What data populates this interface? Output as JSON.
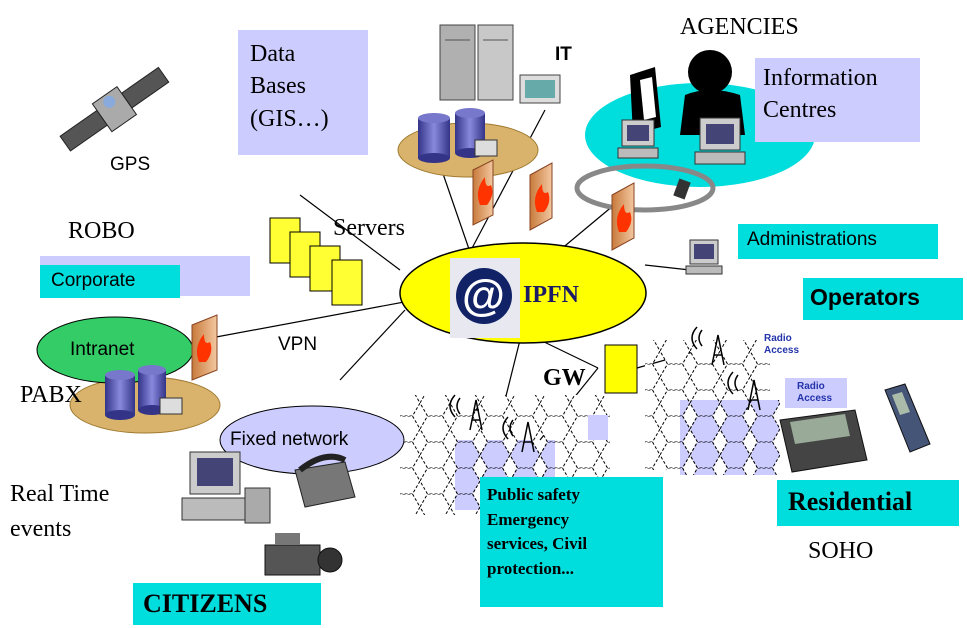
{
  "labels": {
    "data_bases": [
      "Data",
      "Bases",
      "(GIS…)"
    ],
    "it": "IT",
    "agencies": "AGENCIES",
    "information_centres": [
      "Information",
      "Centres"
    ],
    "gps": "GPS",
    "robo": "ROBO",
    "servers": "Servers",
    "corporate": "Corporate",
    "administrations": "Administrations",
    "operators": "Operators",
    "ipfn": "IPFN",
    "intranet": "Intranet",
    "vpn": "VPN",
    "pabx": "PABX",
    "gw": "GW",
    "radio_access_1": [
      "Radio",
      "Access"
    ],
    "radio_access_2": [
      "Radio",
      "Access"
    ],
    "fixed_network": "Fixed network",
    "real_time_events": [
      "Real Time",
      "events"
    ],
    "public_safety": [
      "Public safety",
      "Emergency",
      "services, Civil",
      "protection..."
    ],
    "residential": "Residential",
    "soho": "SOHO",
    "citizens": "CITIZENS",
    "at_symbol": "@"
  },
  "colors": {
    "lavender": "#ccccff",
    "cyan": "#00dddd",
    "yellow": "#ffff00",
    "green": "#33cc66",
    "tan": "#d9b36c",
    "hex_fill": "#ccccff"
  },
  "icons": [
    "satellite-icon",
    "server-tower-icon",
    "database-icon",
    "firewall-icon",
    "headset-operator-icon",
    "workstation-icon",
    "radio-tower-icon",
    "pda-icon",
    "mobile-phone-icon",
    "telephone-icon",
    "camcorder-icon",
    "document-stack-icon"
  ]
}
